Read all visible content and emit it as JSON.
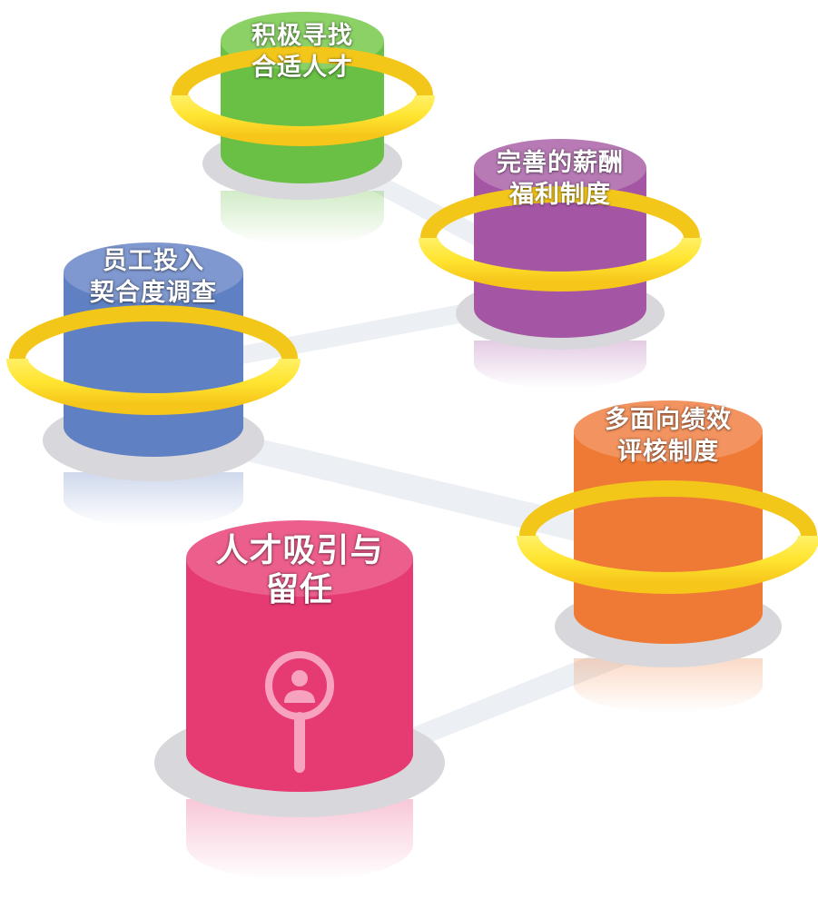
{
  "nodes": [
    {
      "id": "recruit",
      "lines": [
        "积极寻找",
        "合适人才"
      ],
      "color": "#6abf45",
      "shade": "#4f9e33",
      "top": "#8bd166"
    },
    {
      "id": "compensation",
      "lines": [
        "完善的薪酬",
        "福利制度"
      ],
      "color": "#a455a3",
      "shade": "#82397f",
      "top": "#b77ab5"
    },
    {
      "id": "engagement",
      "lines": [
        "员工投入",
        "契合度调查"
      ],
      "color": "#5f80c2",
      "shade": "#4361a3",
      "top": "#7f98cf"
    },
    {
      "id": "performance",
      "lines": [
        "多面向绩效",
        "评核制度"
      ],
      "color": "#ef7a35",
      "shade": "#cc5b1c",
      "top": "#f29360"
    },
    {
      "id": "center",
      "lines": [
        "人才吸引与",
        "留任"
      ],
      "color": "#e63a73",
      "shade": "#c32257",
      "top": "#ec5e8c"
    }
  ],
  "ring_color": "#ffe531",
  "ring_shade": "#f3c71a",
  "connector_color": "#eceff3",
  "icon": "magnifier-person-icon"
}
